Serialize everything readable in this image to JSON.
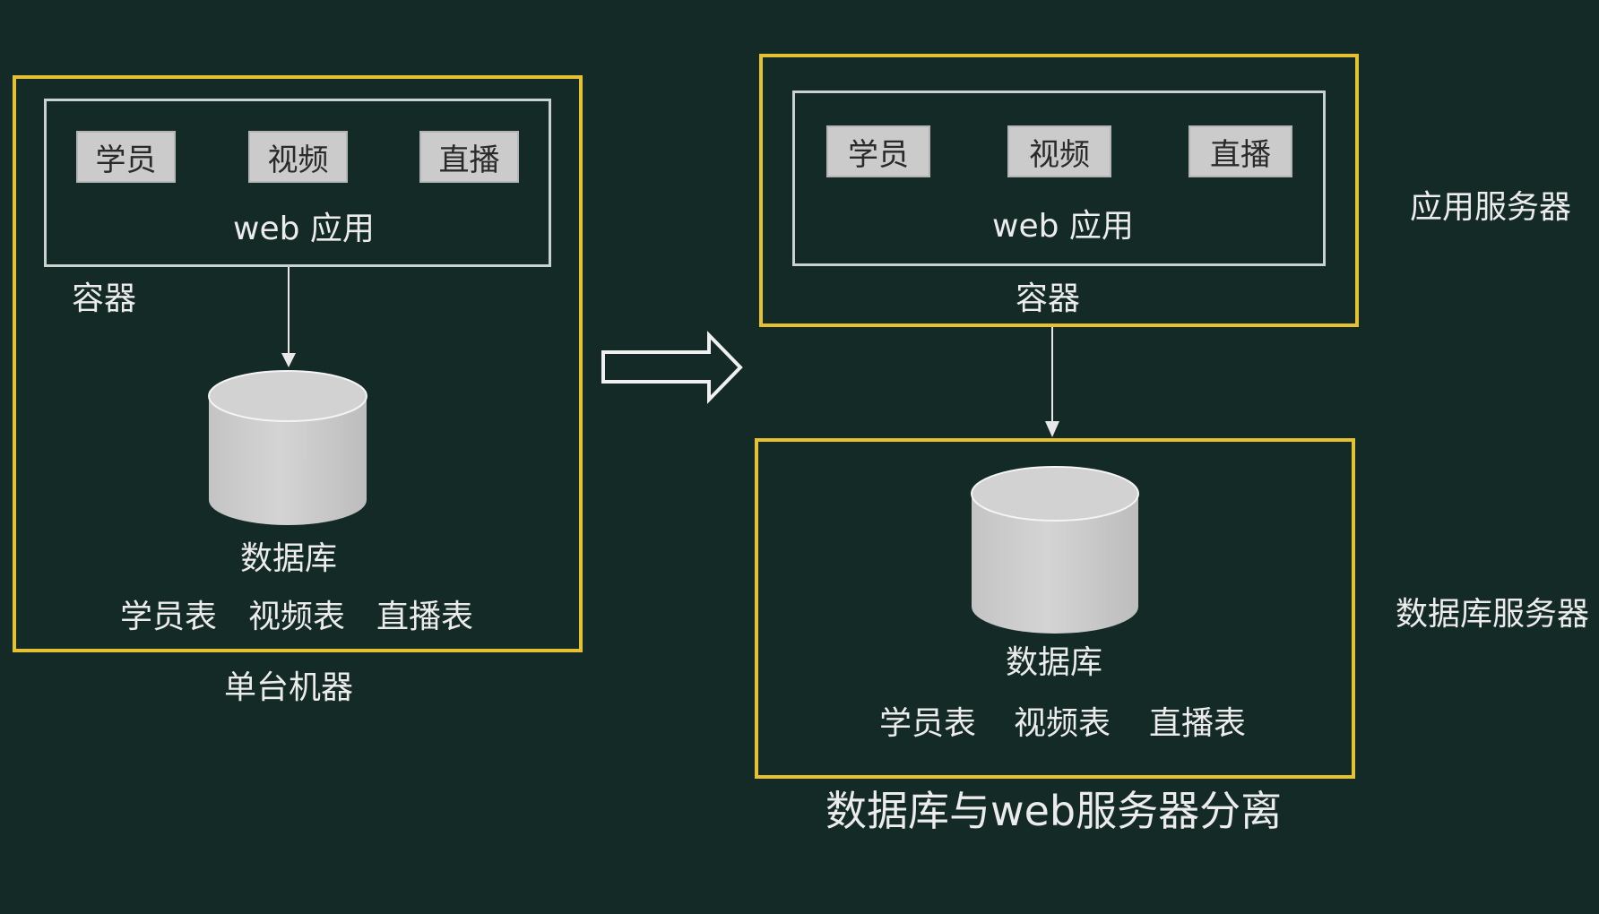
{
  "left": {
    "modules": [
      "学员",
      "视频",
      "直播"
    ],
    "app_label": "web 应用",
    "container_label": "容器",
    "db_label": "数据库",
    "tables": [
      "学员表",
      "视频表",
      "直播表"
    ],
    "caption": "单台机器"
  },
  "right": {
    "app_server": {
      "modules": [
        "学员",
        "视频",
        "直播"
      ],
      "app_label": "web 应用",
      "container_label": "容器",
      "side_label": "应用服务器"
    },
    "db_server": {
      "db_label": "数据库",
      "tables": [
        "学员表",
        "视频表",
        "直播表"
      ],
      "side_label": "数据库服务器"
    },
    "caption": "数据库与web服务器分离"
  },
  "colors": {
    "background": "#142a26",
    "frame_border": "#e6c233",
    "container_border": "#c9d2cf",
    "module_fill": "#cbcbcb",
    "cylinder_fill": "#cfcfcf",
    "text": "#ececec"
  }
}
